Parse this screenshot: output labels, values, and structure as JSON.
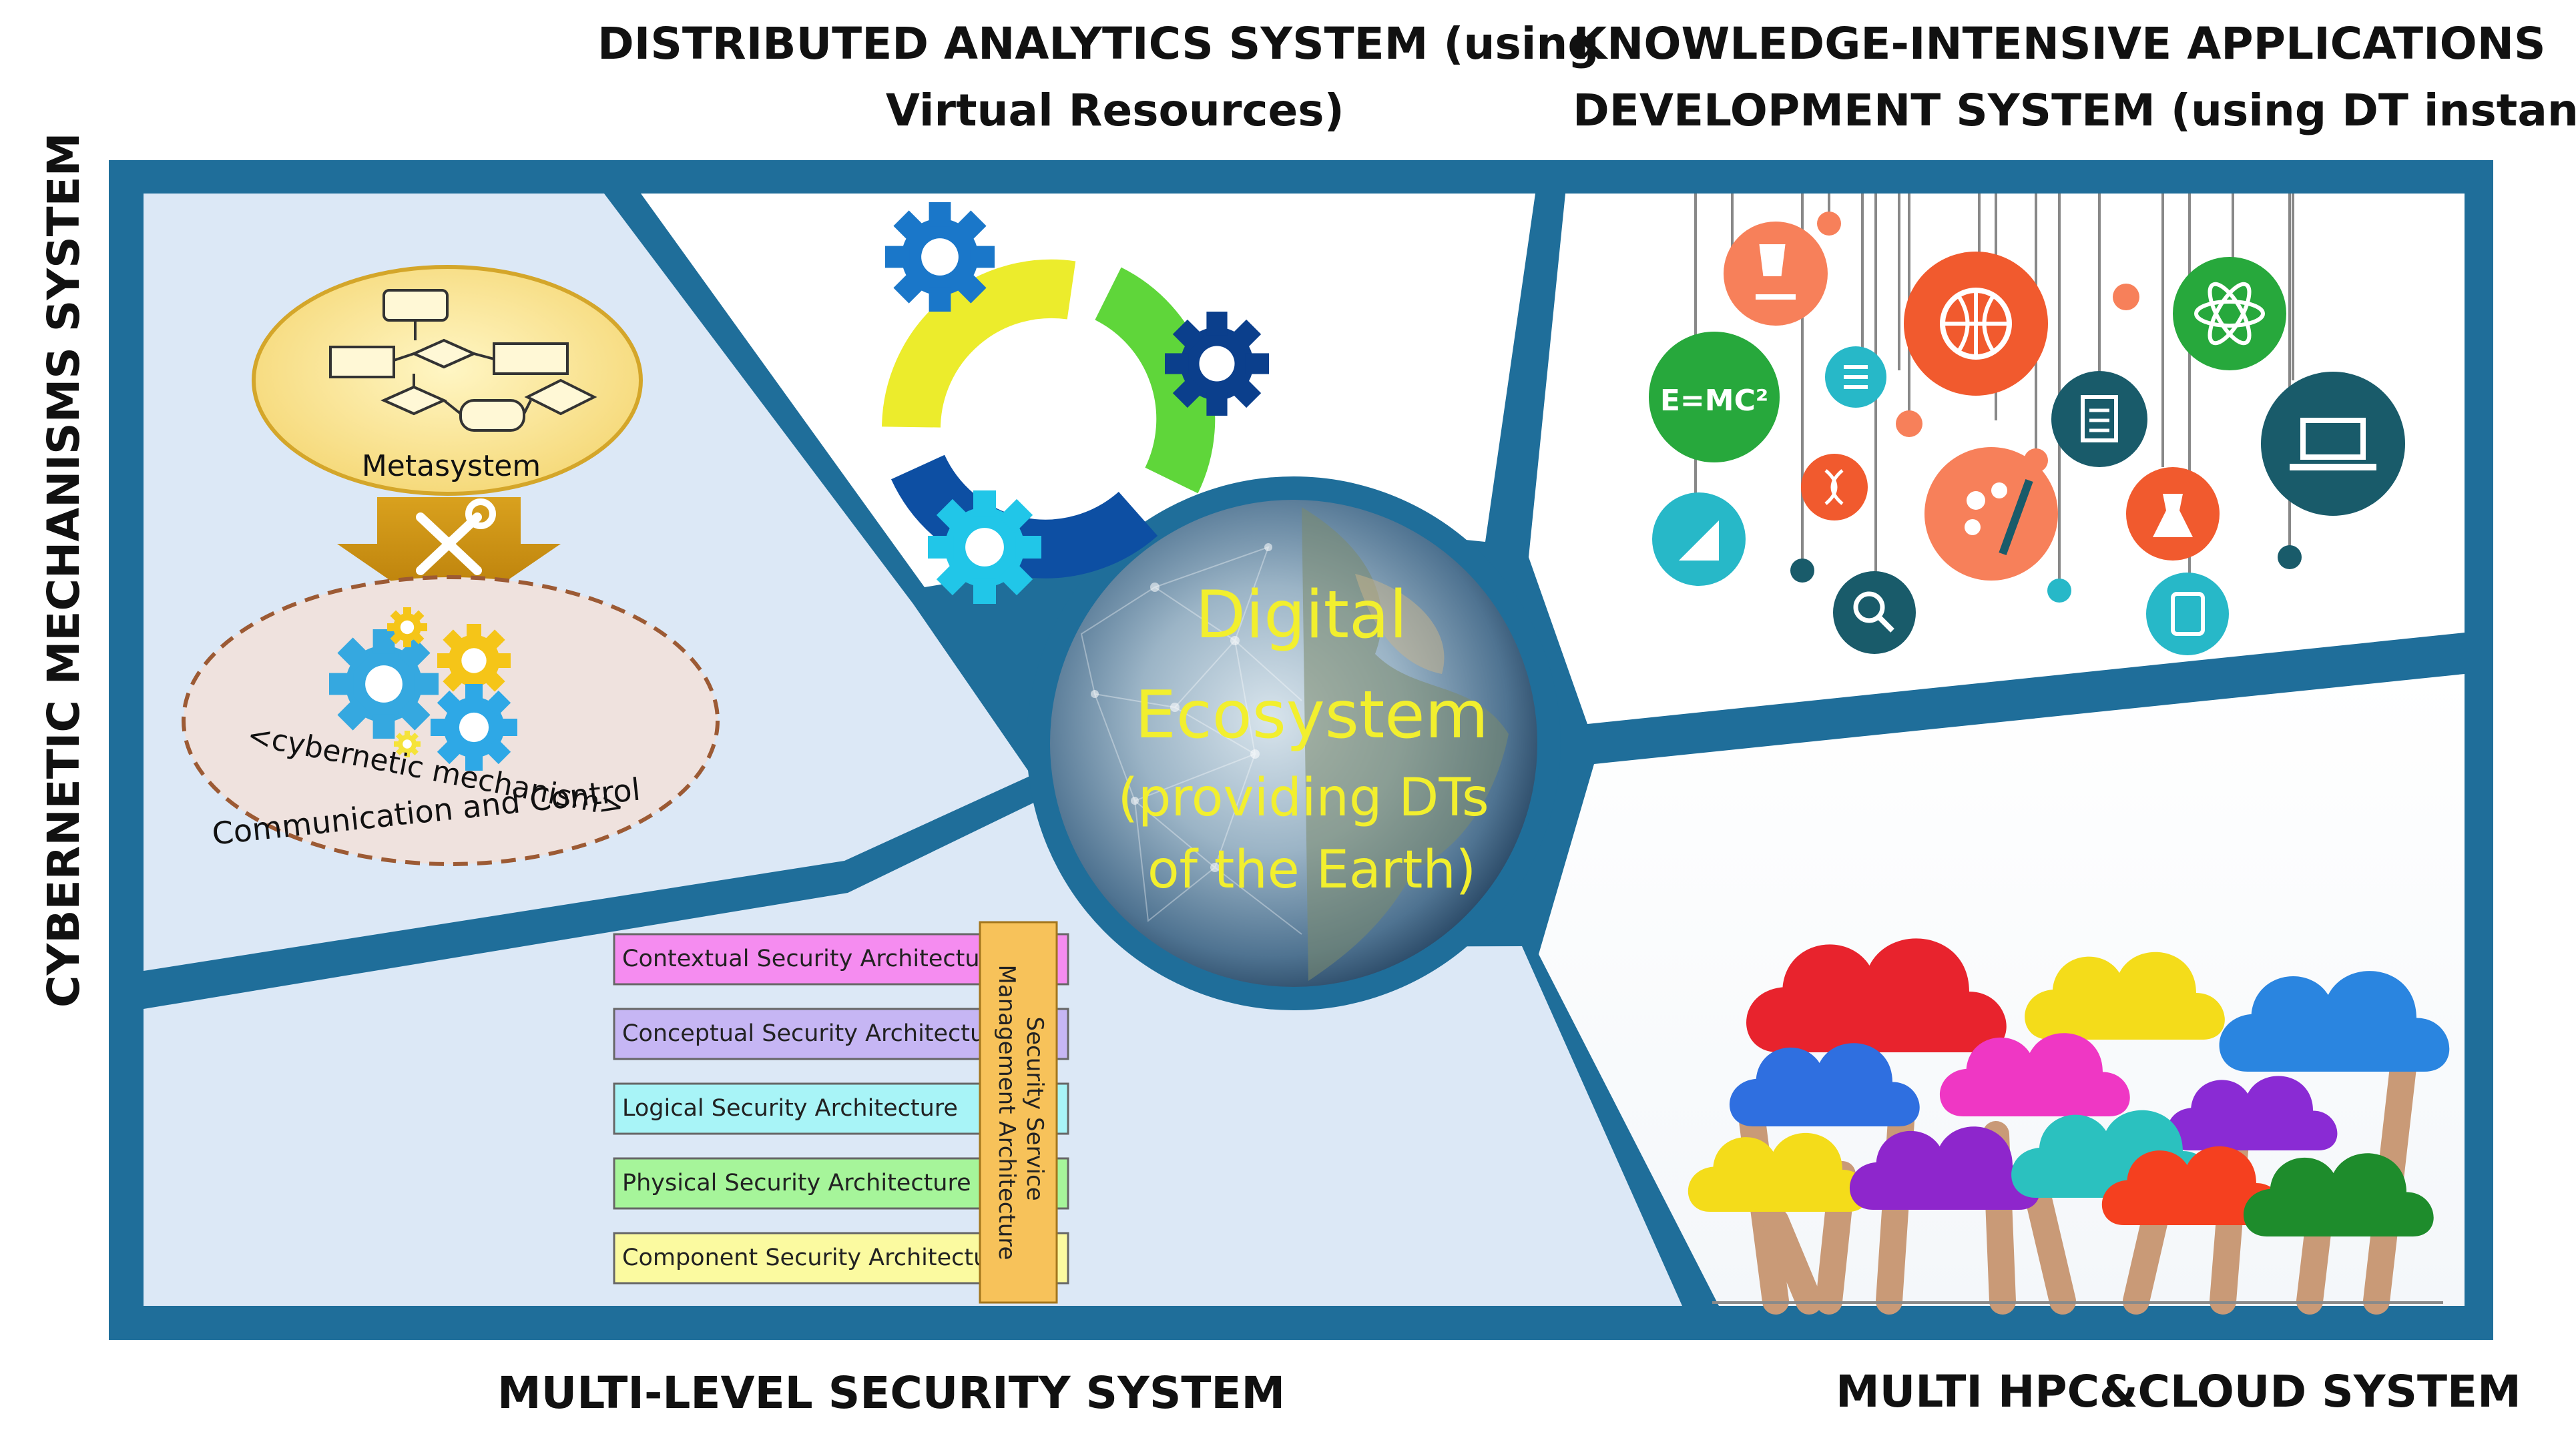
{
  "captions": {
    "top_center_line1": "DISTRIBUTED ANALYTICS SYSTEM (using",
    "top_center_line2": "Virtual Resources)",
    "top_right_line1": "KNOWLEDGE-INTENSIVE APPLICATIONS",
    "top_right_line2": "DEVELOPMENT SYSTEM (using DT instances)",
    "left_vertical": "CYBERNETIC MECHANISMS SYSTEM",
    "bottom_center": "MULTI-LEVEL SECURITY SYSTEM",
    "bottom_right": "MULTI HPC&CLOUD SYSTEM"
  },
  "center": {
    "lines": [
      "Digital",
      "Ecosystem",
      "(providing DTs",
      "of the Earth)"
    ]
  },
  "cybernetic": {
    "metasystem_label": "Metasystem",
    "mechanism_label": "<cybernetic mechanism>",
    "communication_label": "Communication and Control"
  },
  "security": {
    "layers": [
      {
        "label": "Contextual Security Architecture",
        "color": "#f58cf0"
      },
      {
        "label": "Conceptual Security Architecture",
        "color": "#c6b6f4"
      },
      {
        "label": "Logical Security Architecture",
        "color": "#a8f4f7"
      },
      {
        "label": "Physical Security Architecture",
        "color": "#a6f59a"
      },
      {
        "label": "Component Security Architecture",
        "color": "#fbfaa0"
      }
    ],
    "side_label_line1": "Security Service",
    "side_label_line2": "Management Architecture"
  },
  "knowledge": {
    "formula": "E=MC²"
  },
  "colors": {
    "frame": "#1f6e9a",
    "left_panel": "#dce8f6",
    "center_text": "#f2ef2e",
    "gear_blue": "#1a77c9",
    "gear_cyan": "#21c6e8",
    "gear_navy": "#0b3f8c"
  }
}
